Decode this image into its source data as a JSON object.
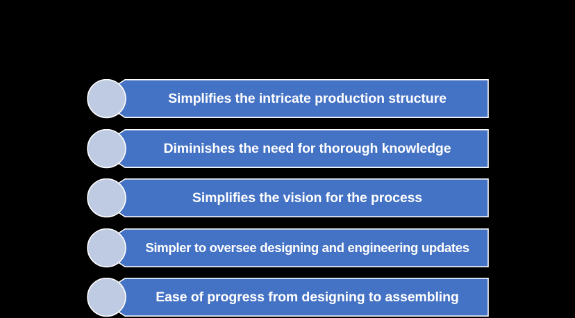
{
  "graphic": {
    "type": "vertical-bullet-list",
    "background_color": "#000000",
    "bar_color": "#4472C4",
    "circle_color": "#BFCBE3",
    "outline_color": "#FFFFFF",
    "text_color": "#FFFFFF",
    "rows": [
      {
        "label": "Simplifies the intricate production structure"
      },
      {
        "label": "Diminishes the need for thorough knowledge"
      },
      {
        "label": "Simplifies the vision for the process"
      },
      {
        "label": "Simpler to oversee designing and engineering updates"
      },
      {
        "label": "Ease of progress from designing to assembling"
      }
    ]
  }
}
